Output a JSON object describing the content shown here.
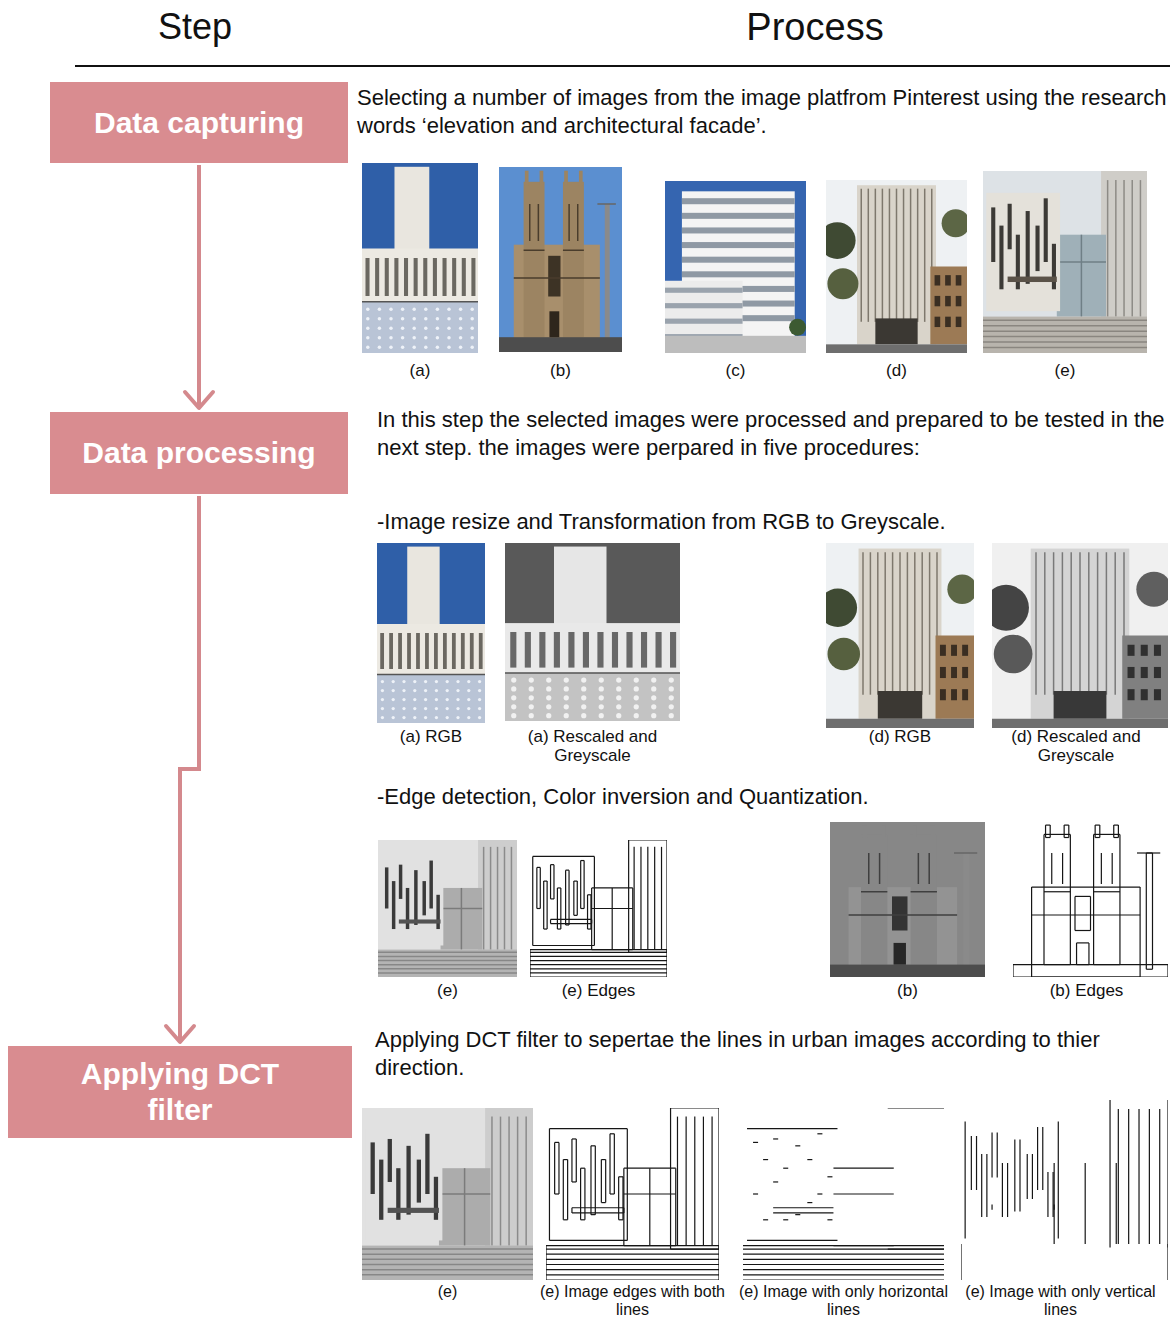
{
  "diagram": {
    "nodes": [
      {
        "text": [
          "Data capturing"
        ]
      },
      {
        "text": [
          "Data processing"
        ]
      },
      {
        "text": [
          "Applying DCT filter"
        ]
      }
    ],
    "edges": [
      {
        "from": 0,
        "to": 1,
        "arrow": "to"
      },
      {
        "from": 1,
        "to": 2,
        "arrow": "to"
      }
    ],
    "labels": [
      "Step",
      "Process",
      "Selecting a number of images from the image platfrom Pinterest using the research words ‘elevation and architectural facade’.",
      "(a)",
      "(b)",
      "(c)",
      "(d)",
      "(e)",
      "In this step the selected images were processed and prepared to be tested in the next step. the images were perpared in five procedures:",
      "-Image resize and Transformation from RGB to Greyscale.",
      "(a) RGB",
      "(a) Rescaled and Greyscale",
      "(d) RGB",
      "(d) Rescaled and Greyscale",
      "-Edge detection, Color inversion and Quantization.",
      "(e)",
      "(e) Edges",
      "(b)",
      "(b) Edges",
      "Applying DCT filter to sepertae the lines in urban images according to thier direction.",
      "(e)",
      "(e) Image edges with both lines",
      "(e) Image with only horizontal lines",
      "(e) Image with only vertical lines"
    ]
  }
}
